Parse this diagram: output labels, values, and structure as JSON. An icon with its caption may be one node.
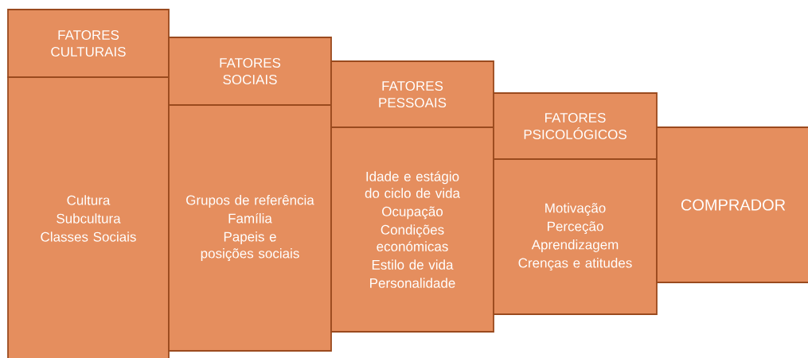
{
  "diagram": {
    "nodes": [
      {
        "text": [
          "FATORES CULTURAIS"
        ]
      },
      {
        "text": [
          "Cultura",
          "Subcultura",
          "Classes Sociais"
        ]
      },
      {
        "text": [
          "FATORES SOCIAIS"
        ]
      },
      {
        "text": [
          "Grupos de referência",
          "Família",
          "Papeis e posições sociais"
        ]
      },
      {
        "text": [
          "FATORES PESSOAIS"
        ]
      },
      {
        "text": [
          "Idade e estágio do ciclo de vida",
          "Ocupação",
          "Condições económicas",
          "Estilo de vida",
          "Personalidade"
        ]
      },
      {
        "text": [
          "FATORES PSICOLÓGICOS"
        ]
      },
      {
        "text": [
          "Motivação",
          "Perceção",
          "Aprendizagem",
          "Crenças e atitudes"
        ]
      },
      {
        "text": [
          "COMPRADOR"
        ]
      }
    ]
  }
}
